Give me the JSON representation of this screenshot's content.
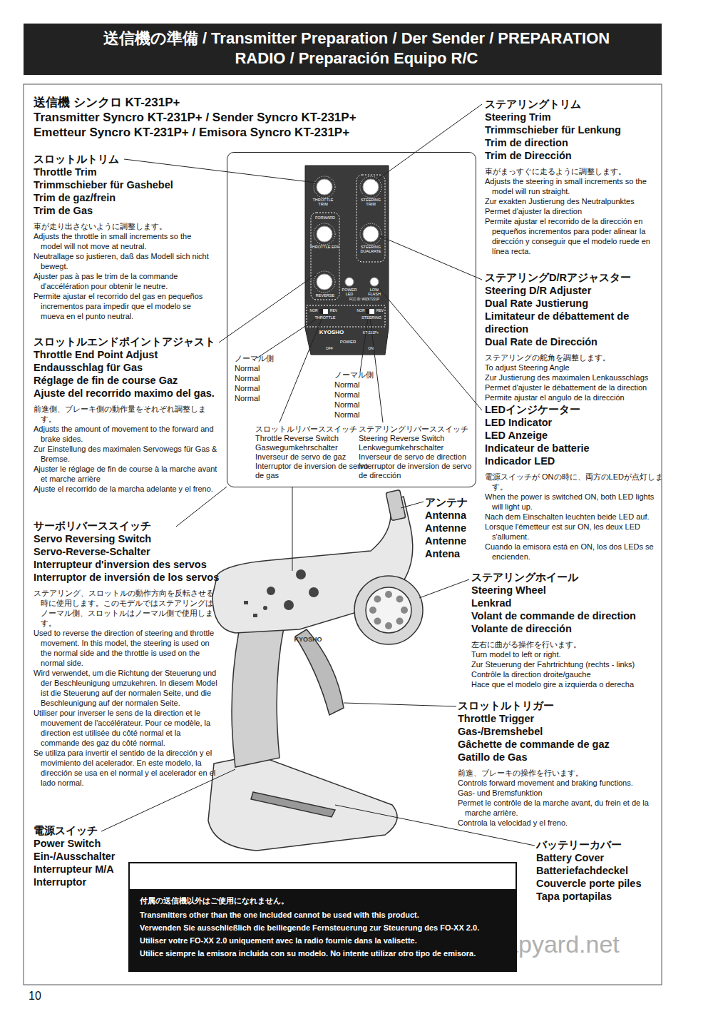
{
  "diagram": {
    "title": "送信機の準備 / Transmitter Preparation / Der Sender / PREPARATION RADIO / Preparación Equipo R/C",
    "nodes": [
      {
        "text": [
          "ノーマル側",
          "Normal",
          "Normal",
          "Normal",
          "Normal",
          "ノーマル側",
          "Normal",
          "Normal",
          "Normal",
          "Normal",
          "スロットルリバーススイッチ",
          "Throttle Reverse Switch",
          "Gaswegumkehrschalter",
          "Inverseur de servo de gaz",
          "Interruptor de inversion de servo de gas",
          "ステアリングリバーススイッチ",
          "Steering Reverse Switch",
          "Lenkwegumkehrschalter",
          "Inverseur de servo de direction",
          "Interruptor de inversion de servo de dirección"
        ]
      },
      {
        "text": [
          "付属の送信機以外はご使用になれません。",
          "Transmitters other than the one included cannot be used with this product.",
          "Verwenden Sie ausschließlich die beiliegende Fernsteuerung zur Steuerung des FO-XX 2.0.",
          "Utiliser votre FO-XX 2.0 uniquement avec la radio fournie dans la valisette.",
          "Utilice siempre la emisora incluida con su modelo.  No intente utilizar otro tipo de emisora."
        ]
      }
    ],
    "labels": [
      "送信機 シンクロ KT-231P+",
      "Transmitter Syncro KT-231P+ / Sender Syncro KT-231P+",
      "Emetteur Syncro KT-231P+ / Emisora Syncro KT-231P+",
      "スロットルトリム",
      "Throttle Trim",
      "Trimmschieber für Gashebel",
      "Trim de gaz/frein",
      "Trim de Gas",
      "車が走り出さないように調整します。",
      "Adjusts the throttle in small increments so the model will not move at neutral.",
      "Neutrallage so justieren, daß das Modell sich nicht bewegt.",
      "Ajuster pas à pas le trim de la commande d'accélération pour obtenir le neutre.",
      "Permite ajustar el recorrido del gas en pequeños incrementos para impedir que el modelo se mueva en el punto neutral.",
      "スロットルエンドポイントアジャスト",
      "Throttle End Point Adjust",
      "Endausschlag für Gas",
      "Réglage de fin de course Gaz",
      "Ajuste del recorrido maximo del gas.",
      "前進側、ブレーキ側の動作量をそれぞれ調整します。",
      "Adjusts the amount of movement to the forward and brake sides.",
      "Zur Einstellung des maximalen Servowegs für Gas & Bremse.",
      "Ajuster le réglage de fin de course à la marche avant et marche arrière",
      "Ajuste el recorrido de la marcha adelante y el freno.",
      "サーボリバーススイッチ",
      "Servo Reversing Switch",
      "Servo-Reverse-Schalter",
      "Interrupteur d'inversion des servos",
      "Interruptor de inversión de los servos",
      "ステアリング、スロットルの動作方向を反転させる時に使用します。このモデルではステアリングはノーマル側、スロットルはノーマル側で使用します。",
      "Used to reverse the direction of steering and throttle movement. In this model, the steering is used on the normal side and the throttle is used on the normal side.",
      "Wird verwendet, um die Richtung der Steuerung und der Beschleunigung umzukehren. In diesem Model ist die Steuerung auf der normalen Seite, und die Beschleunigung auf der normalen Seite.",
      "Utiliser pour inverser le sens de la direction et le mouvement de l'accélérateur. Pour ce modèle, la direction est utilisée du côté normal et la commande des gaz du côté normal.",
      "Se utiliza para invertir el sentido de la dirección y el movimiento del acelerador. En este modelo, la dirección se usa en el normal y el acelerador en el lado normal.",
      "電源スイッチ",
      "Power Switch",
      "Ein-/Ausschalter",
      "Interrupteur M/A",
      "Interruptor",
      "ステアリングトリム",
      "Steering Trim",
      "Trimmschieber für Lenkung",
      "Trim de direction",
      "Trim de Dirección",
      "車がまっすぐに走るように調整します。",
      "Adjusts the steering in small increments so the model will run straight.",
      "Zur exakten Justierung des Neutralpunktes",
      "Permet d'ajuster la direction",
      "Permite ajustar el recorrido de la dirección en pequeños incrementos para poder alinear la dirección y conseguir que el modelo ruede en línea recta.",
      "ステアリングD/Rアジャスター",
      "Steering D/R Adjuster",
      "Dual Rate Justierung",
      "Limitateur de débattement de direction",
      "Dual Rate de Dirección",
      "ステアリングの舵角を調整します。",
      "To adjust Steering Angle",
      "Zur Justierung des maximalen Lenkausschlags",
      "Permet d'ajuster le débattement de la direction",
      "Permite ajustar el angulo de la dirección",
      "LEDインジケーター",
      "LED Indicator",
      "LED Anzeige",
      "Indicateur de batterie",
      "Indicador LED",
      "電源スイッチが ONの時に、両方のLEDが点灯します。",
      "When the power is switched ON, both LED lights will light up.",
      "Nach dem Einschalten leuchten beide LED auf.",
      "Lorsque l'émetteur est sur ON, les deux LED s'allument.",
      "Cuando la emisora está en ON, los dos LEDs se encienden.",
      "アンテナ",
      "Antenna",
      "Antenne",
      "Antenne",
      "Antena",
      "ステアリングホイール",
      "Steering Wheel",
      "Lenkrad",
      "Volant de commande de direction",
      "Volante de dirección",
      "左右に曲がる操作を行います。",
      "Turn model to left or right.",
      "Zur Steuerung der Fahrtrichtung (rechts - links)",
      "Contrôle la direction droite/gauche",
      "Hace que el modelo gire a izquierda o derecha",
      "スロットルトリガー",
      "Throttle Trigger",
      "Gas-/Bremshebel",
      "Gâchette de commande de gaz",
      "Gatillo de Gas",
      "前進、ブレーキの操作を行います。",
      "Controls forward movement and braking functions.",
      "Gas- und Bremsfunktion",
      "Permet le contrôle de la marche avant, du frein et de la marche arrière.",
      "Controla la velocidad y el freno.",
      "バッテリーカバー",
      "Battery Cover",
      "Batteriefachdeckel",
      "Couvercle porte piles",
      "Tapa portapilas",
      "THROTTLE TRIM",
      "STEERING TRIM",
      "FORWARD",
      "THROTTLE EPA",
      "STEERING DUALRATE",
      "REVERSE",
      "POWER LED",
      "LOW FLASH",
      "FCC ID: WIZKT231P",
      "NOR",
      "REV",
      "THROTTLE",
      "NOR",
      "REV",
      "STEERING",
      "KYOSHO",
      "KT-231P+",
      "POWER",
      "OFF",
      "ON",
      "KYOSHO",
      "10",
      "RCScrapyard.net"
    ]
  }
}
